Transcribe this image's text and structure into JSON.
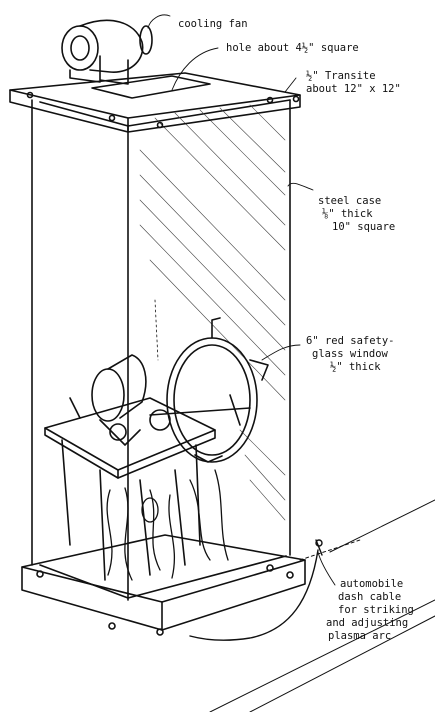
{
  "labels": {
    "cooling_fan": "cooling fan",
    "hole": "hole about 4½\" square",
    "transite_1": "½\" Transite",
    "transite_2": "about 12\" x 12\"",
    "steel_1": "steel case",
    "steel_2": "⅛\" thick",
    "steel_3": "10\" square",
    "window_1": "6\" red safety-",
    "window_2": "glass window",
    "window_3": "½\" thick",
    "cable_1": "automobile",
    "cable_2": "dash cable",
    "cable_3": "for striking",
    "cable_4": "and adjusting",
    "cable_5": "plasma arc"
  },
  "colors": {
    "ink": "#111111",
    "paper": "#ffffff"
  }
}
